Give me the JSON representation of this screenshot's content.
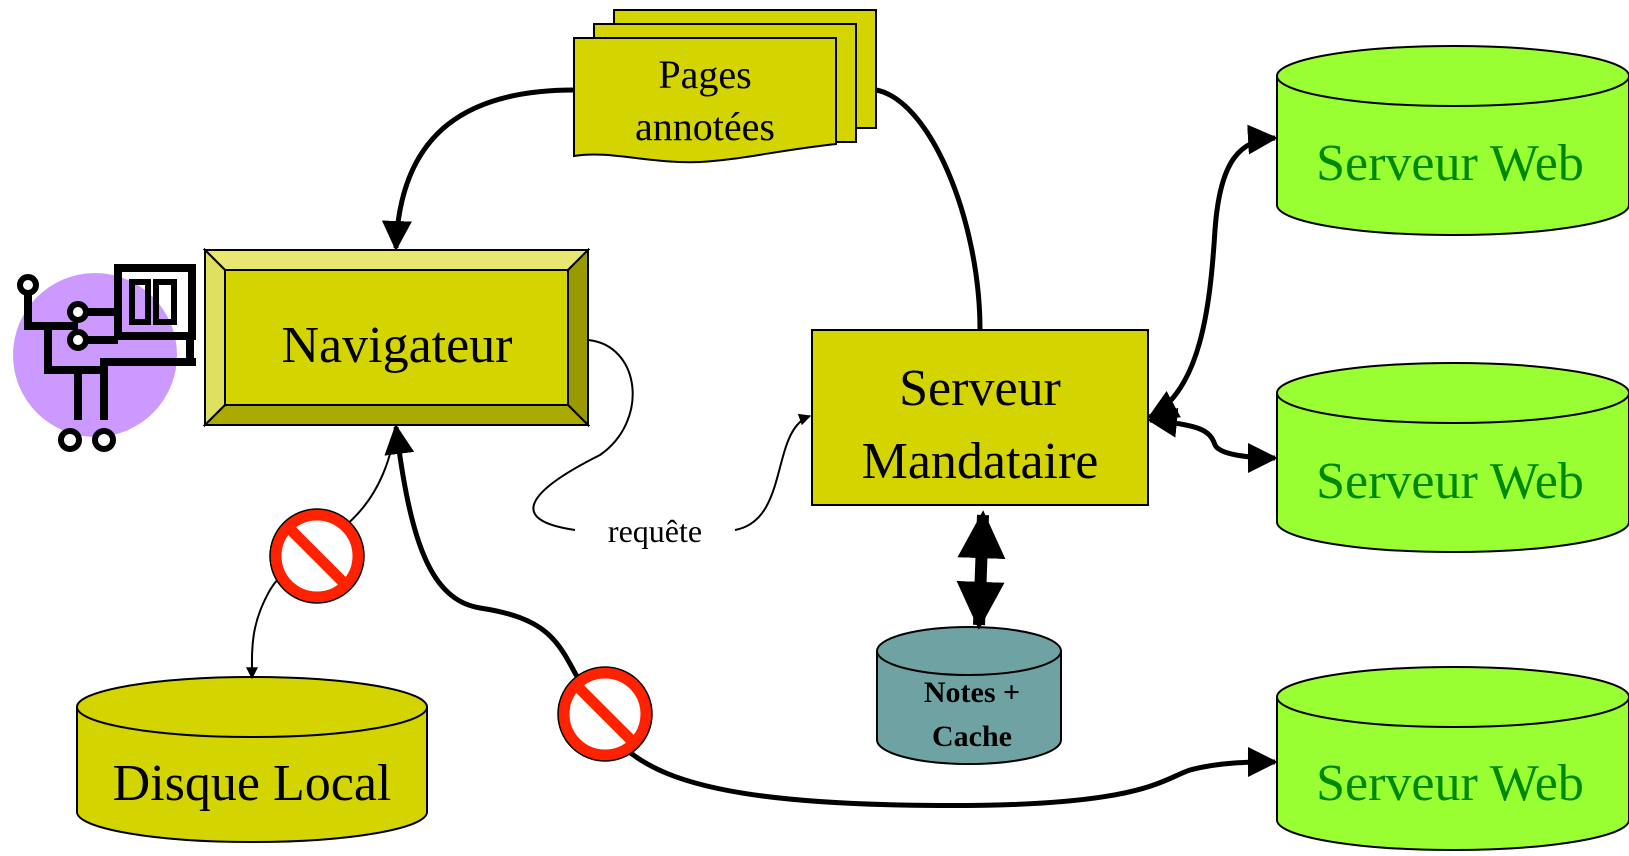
{
  "colors": {
    "node_yellow": "#d4d400",
    "server_green": "#99ff33",
    "server_text": "#008800",
    "cache_teal": "#6fa3a3",
    "user_circle": "#cc99ff",
    "forbidden_red": "#ff2200"
  },
  "pages": {
    "line1": "Pages",
    "line2": "annotées"
  },
  "browser": {
    "label": "Navigateur"
  },
  "proxy": {
    "line1": "Serveur",
    "line2": "Mandataire"
  },
  "request": {
    "label": "requête"
  },
  "cache": {
    "line1": "Notes +",
    "line2": "Cache"
  },
  "local_disk": {
    "label": "Disque Local"
  },
  "web_servers": [
    {
      "label": "Serveur Web"
    },
    {
      "label": "Serveur Web"
    },
    {
      "label": "Serveur Web"
    }
  ],
  "icons": {
    "user": "computer-user-icon",
    "forbidden": "no-entry-icon"
  }
}
